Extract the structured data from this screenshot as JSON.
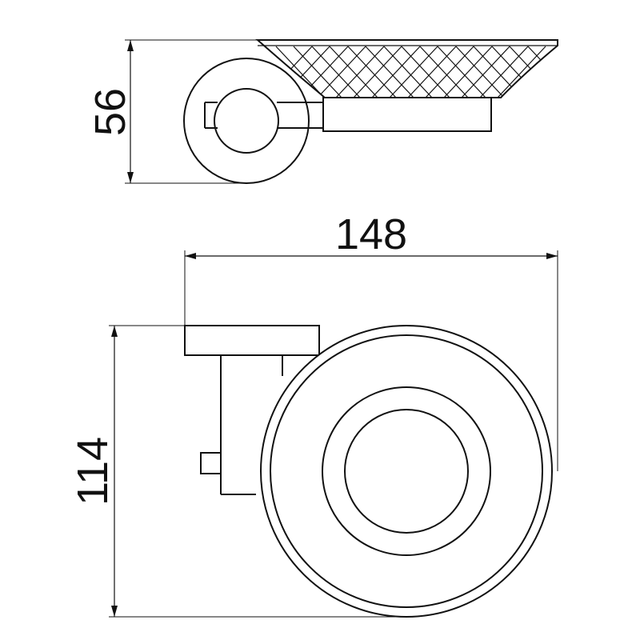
{
  "drawing": {
    "line_color": "#111111",
    "background": "#ffffff",
    "dimensions": {
      "side_height": "56",
      "front_width": "148",
      "front_height": "114"
    }
  }
}
